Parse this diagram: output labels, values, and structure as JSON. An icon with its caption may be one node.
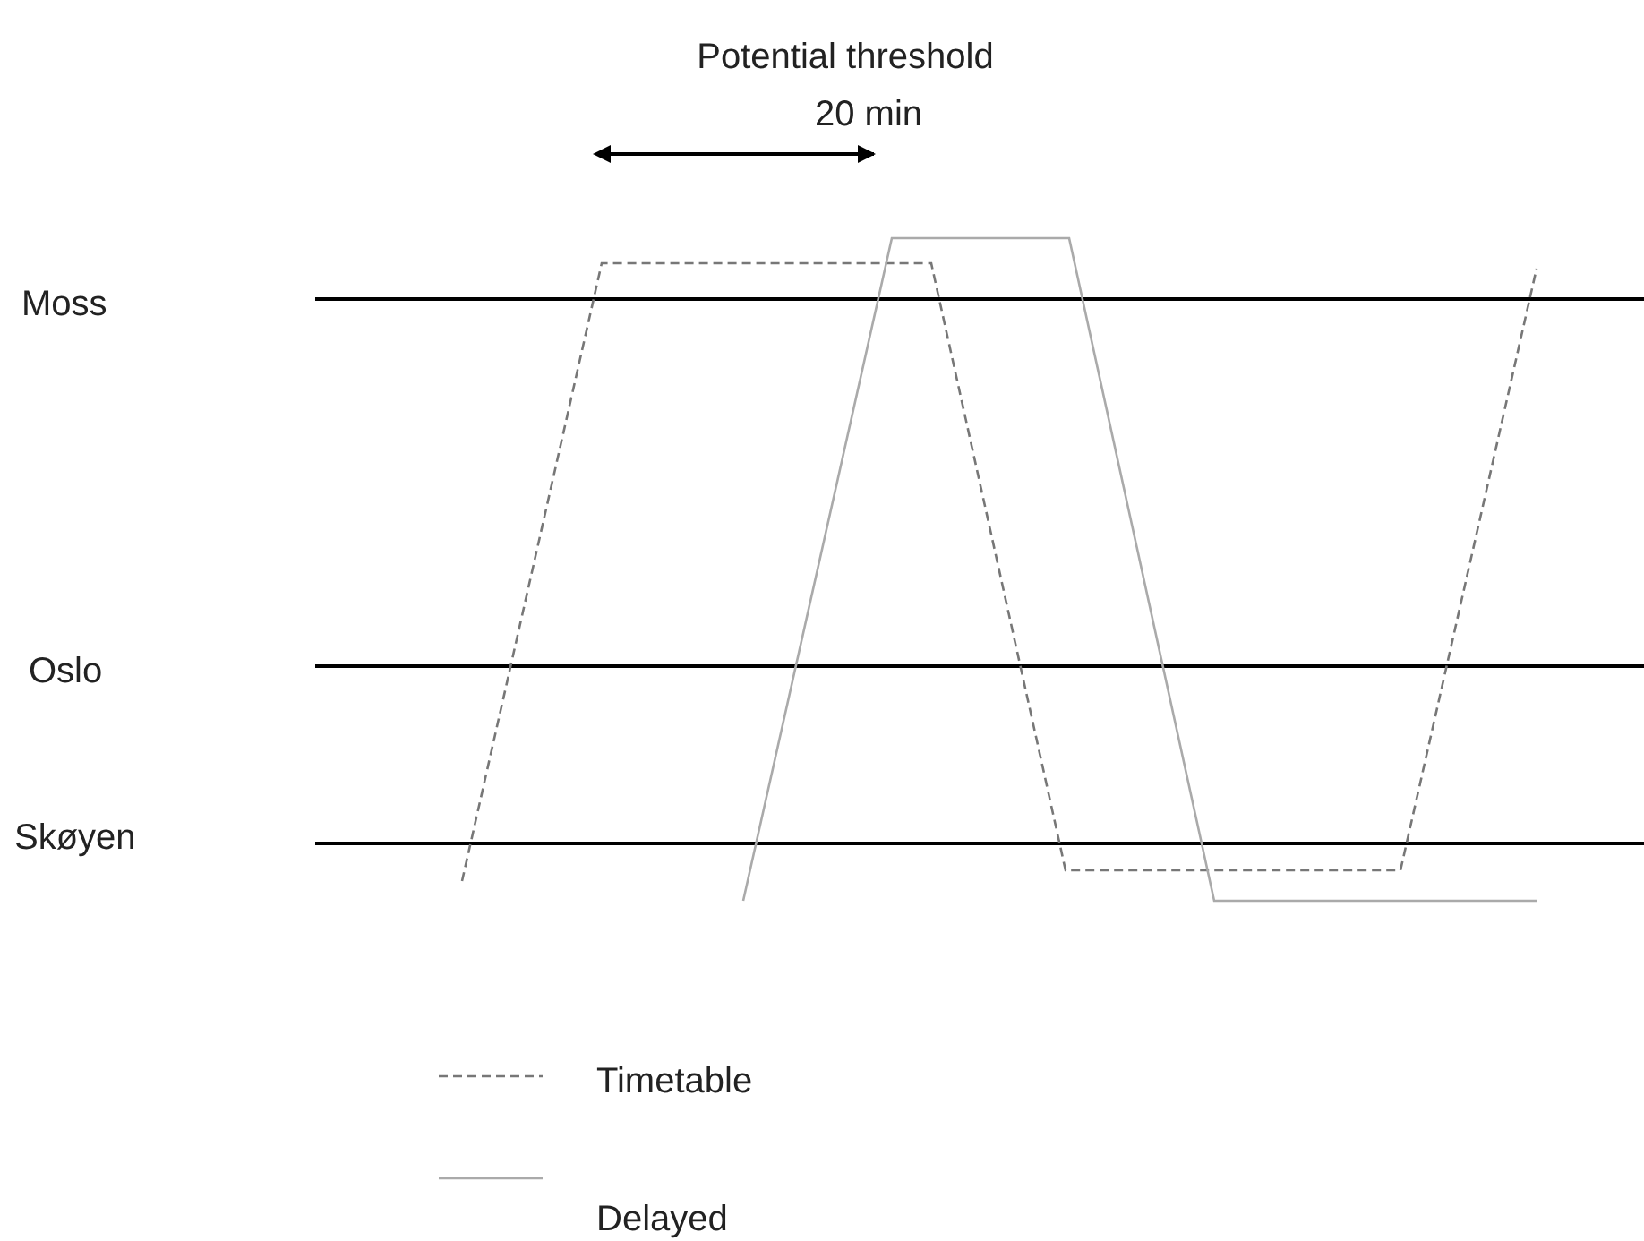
{
  "diagram": {
    "labels": [
      "Potential threshold",
      "20 min",
      "Moss",
      "Oslo",
      "Skøyen"
    ],
    "legend": [
      {
        "text": "Timetable"
      },
      {
        "text": "Delayed"
      }
    ]
  }
}
